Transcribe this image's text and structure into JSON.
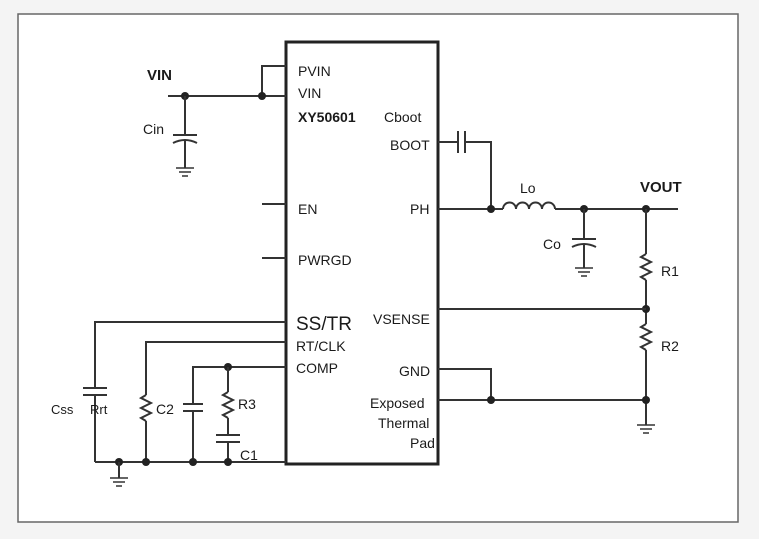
{
  "labels": {
    "vin": "VIN",
    "vout": "VOUT",
    "cin": "Cin",
    "pvin_pin": "PVIN",
    "vin_pin": "VIN",
    "part": "XY50601",
    "cboot": "Cboot",
    "boot": "BOOT",
    "lo": "Lo",
    "en": "EN",
    "ph": "PH",
    "co": "Co",
    "pwrgd": "PWRGD",
    "r1": "R1",
    "sstr": "SS/TR",
    "vsense": "VSENSE",
    "rtclk": "RT/CLK",
    "r2": "R2",
    "comp": "COMP",
    "gnd": "GND",
    "css": "Css",
    "rrt": "Rrt",
    "c2": "C2",
    "r3": "R3",
    "exposed": "Exposed",
    "thermal": "Thermal",
    "pad": "Pad",
    "c1": "C1"
  }
}
